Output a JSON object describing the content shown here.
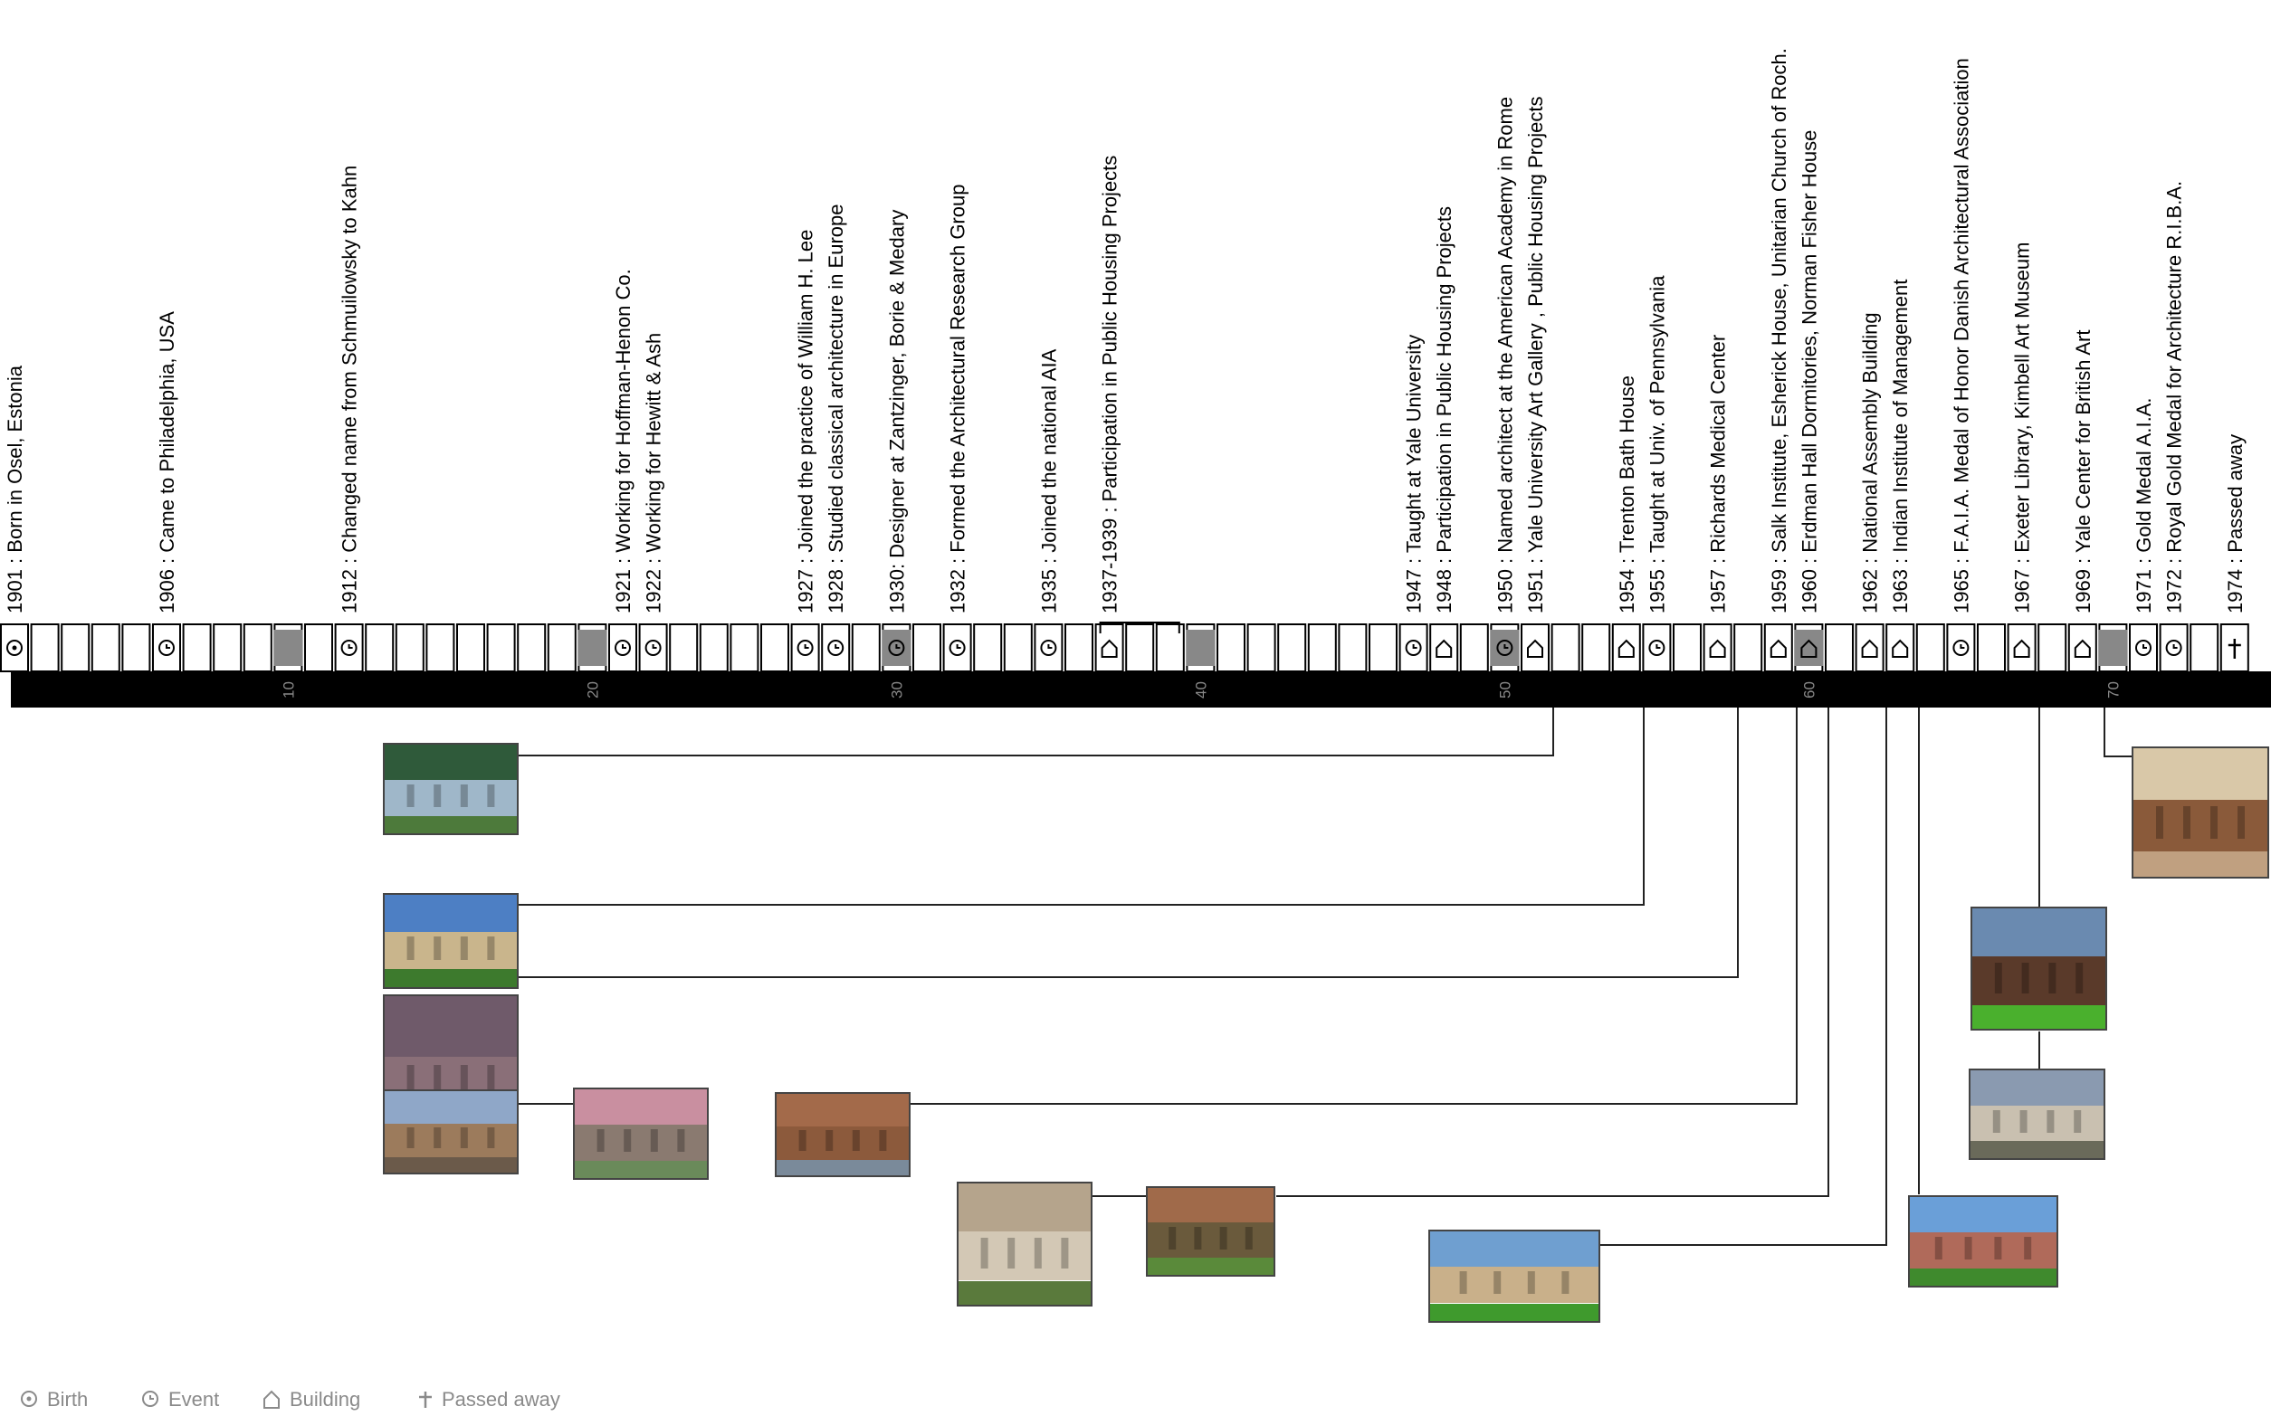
{
  "timeline": {
    "events": [
      {
        "year": "1901",
        "text": "1901 : Born in Osel, Estonia",
        "type": "birth"
      },
      {
        "year": "1906",
        "text": "1906 : Came to Philadelphia, USA",
        "type": "event"
      },
      {
        "year": "1912",
        "text": "1912 : Changed name from Schmuilowsky to Kahn",
        "type": "event"
      },
      {
        "year": "1921",
        "text": "1921 : Working for Hoffman-Henon Co.",
        "type": "event"
      },
      {
        "year": "1922",
        "text": "1922 : Working for Hewitt & Ash",
        "type": "event"
      },
      {
        "year": "1927",
        "text": "1927 : Joined the practice of William H. Lee",
        "type": "event"
      },
      {
        "year": "1928",
        "text": "1928 : Studied classical architecture in Europe",
        "type": "event"
      },
      {
        "year": "1930",
        "text": "1930: Designer at Zantzinger, Borie & Medary",
        "type": "event"
      },
      {
        "year": "1932",
        "text": "1932 : Formed the Architectural Research Group",
        "type": "event"
      },
      {
        "year": "1935",
        "text": "1935 : Joined the national AIA",
        "type": "event"
      },
      {
        "year": "1937",
        "text": "1937-1939 : Participation in Public Housing Projects",
        "type": "building"
      },
      {
        "year": "1947",
        "text": "1947 : Taught at Yale University",
        "type": "event"
      },
      {
        "year": "1948",
        "text": "1948 : Participation in Public Housing Projects",
        "type": "building"
      },
      {
        "year": "1950",
        "text": "1950 : Named architect at the American Academy in Rome",
        "type": "event"
      },
      {
        "year": "1951",
        "text": "1951 : Yale University Art Gallery , Public Housing Projects",
        "type": "building"
      },
      {
        "year": "1954",
        "text": "1954 : Trenton Bath House",
        "type": "building"
      },
      {
        "year": "1955",
        "text": "1955 : Taught at Univ. of Pennsylvania",
        "type": "event"
      },
      {
        "year": "1957",
        "text": "1957 : Richards Medical Center",
        "type": "building"
      },
      {
        "year": "1959",
        "text": "1959 : Salk Institute, Esherick House, Unitarian Church of Roch.",
        "type": "building"
      },
      {
        "year": "1960",
        "text": "1960 : Erdman Hall Dormitories, Norman Fisher House",
        "type": "building"
      },
      {
        "year": "1962",
        "text": "1962 : National Assembly Building",
        "type": "building"
      },
      {
        "year": "1963",
        "text": "1963 : Indian Institute of Management",
        "type": "building"
      },
      {
        "year": "1965",
        "text": "1965 : F.A.I.A. Medal of Honor Danish Architectural Association",
        "type": "event"
      },
      {
        "year": "1967",
        "text": "1967 : Exeter Library, Kimbell Art Museum",
        "type": "building"
      },
      {
        "year": "1969",
        "text": "1969 : Yale Center for British Art",
        "type": "building"
      },
      {
        "year": "1971",
        "text": "1971 : Gold Medal A.I.A.",
        "type": "event"
      },
      {
        "year": "1972",
        "text": "1972 : Royal Gold Medal for Architecture R.I.B.A.",
        "type": "event"
      },
      {
        "year": "1974",
        "text": "1974 : Passed away",
        "type": "death"
      }
    ],
    "decade_marks": [
      "10",
      "20",
      "30",
      "40",
      "50",
      "60",
      "70"
    ]
  },
  "photos": [
    {
      "name": "yale-art-gallery-photo",
      "caption": "Yale University Art Gallery",
      "colors": [
        "#2f5a3a",
        "#9fb7c9",
        "#4d7a3b"
      ]
    },
    {
      "name": "trenton-bath-house-photo",
      "caption": "Trenton Bath House",
      "colors": [
        "#4d7fc4",
        "#c9b58c",
        "#3d7a2d"
      ]
    },
    {
      "name": "richards-medical-center-photo",
      "caption": "Richards Medical Center",
      "colors": [
        "#6f5a6a",
        "#8a6f78",
        "#3f4a3a"
      ]
    },
    {
      "name": "salk-institute-photo",
      "caption": "Salk Institute",
      "colors": [
        "#8fa7c8",
        "#9c7b5c",
        "#6b5a4a"
      ]
    },
    {
      "name": "esherick-house-photo",
      "caption": "Esherick House",
      "colors": [
        "#c98fa0",
        "#8a7a70",
        "#6a8a5a"
      ]
    },
    {
      "name": "unitarian-church-photo",
      "caption": "Unitarian Church of Rochester",
      "colors": [
        "#a36a4a",
        "#8c5a3c",
        "#7a8a9a"
      ]
    },
    {
      "name": "erdman-hall-photo",
      "caption": "Erdman Hall Dormitories",
      "colors": [
        "#b5a48c",
        "#d3c8b5",
        "#5a7a3c"
      ]
    },
    {
      "name": "fisher-house-photo",
      "caption": "Norman Fisher House",
      "colors": [
        "#a06a4a",
        "#6a5a3c",
        "#5a8a3a"
      ]
    },
    {
      "name": "national-assembly-photo",
      "caption": "National Assembly Building",
      "colors": [
        "#6f9fd0",
        "#c9b08a",
        "#3f9a2d"
      ]
    },
    {
      "name": "iim-photo",
      "caption": "Indian Institute of Management",
      "colors": [
        "#6a9fd8",
        "#b06a5a",
        "#3f8a2d"
      ]
    },
    {
      "name": "exeter-library-photo",
      "caption": "Exeter Library",
      "colors": [
        "#6a8ab0",
        "#5a3a2a",
        "#4ab02d"
      ]
    },
    {
      "name": "kimbell-museum-photo",
      "caption": "Kimbell Art Museum",
      "colors": [
        "#8a9ab0",
        "#c9c0b0",
        "#6a6a5a"
      ]
    },
    {
      "name": "yale-british-art-photo",
      "caption": "Yale Center for British Art",
      "colors": [
        "#d9c8a8",
        "#8a5a3a",
        "#c0a080"
      ]
    }
  ],
  "legend": [
    {
      "symbol": "birth-icon",
      "label": "Birth"
    },
    {
      "symbol": "event-icon",
      "label": "Event"
    },
    {
      "symbol": "building-icon",
      "label": "Building"
    },
    {
      "symbol": "passed-away-icon",
      "label": "Passed away"
    }
  ]
}
